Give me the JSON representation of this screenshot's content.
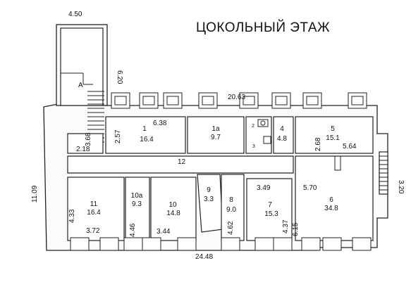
{
  "title": "ЦОКОЛЬНЫЙ ЭТАЖ",
  "dimensions": {
    "d450": "4.50",
    "d620": "6.20",
    "d2063": "20.63",
    "d368": "3.68",
    "d218": "2.18",
    "d257": "2.57",
    "d638": "6.38",
    "d268": "2.68",
    "d564": "5.64",
    "d12": "12",
    "d1109": "11.09",
    "d320": "3.20",
    "d349": "3.49",
    "d570": "5.70",
    "d433": "4.33",
    "d372": "3.72",
    "d446": "4.46",
    "d344": "3.44",
    "d462": "4.62",
    "d437": "4.37",
    "d615": "6.15",
    "d2448": "24.48"
  },
  "stair_label": "A",
  "rooms": [
    {
      "number": "1",
      "area": "16.4"
    },
    {
      "number": "1а",
      "area": "9.7"
    },
    {
      "number": "4",
      "area": "4.8"
    },
    {
      "number": "5",
      "area": "15.1"
    },
    {
      "number": "6",
      "area": "34.8"
    },
    {
      "number": "7",
      "area": "15.3"
    },
    {
      "number": "8",
      "area": "9.0"
    },
    {
      "number": "9",
      "area": "3.3"
    },
    {
      "number": "10",
      "area": "14.8"
    },
    {
      "number": "10а",
      "area": "9.3"
    },
    {
      "number": "11",
      "area": "16.4"
    }
  ],
  "small_labels": {
    "s2": "2",
    "s3": "3"
  }
}
